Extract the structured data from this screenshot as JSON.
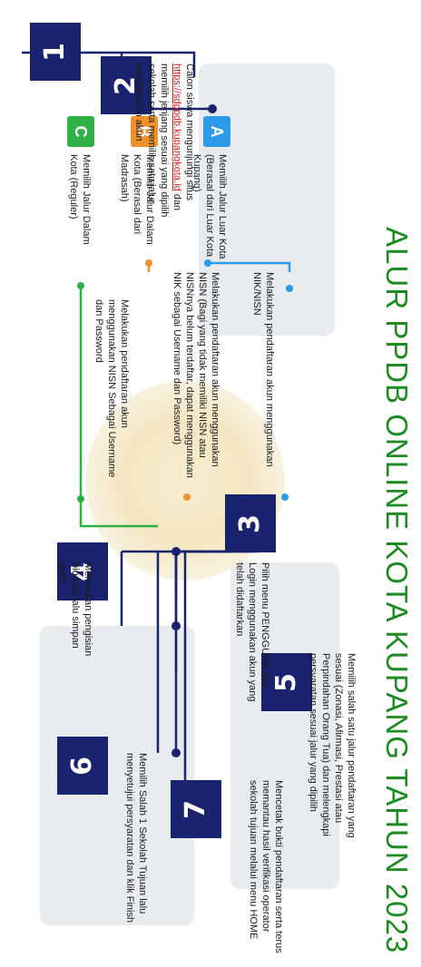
{
  "title": "ALUR PPDB ONLINE KOTA KUPANG TAHUN 2023",
  "steps": [
    {
      "num": "1",
      "text_before": "Calon siswa mengunjungi situs ",
      "url": "https://sdppdb.kupangkota.id",
      "text_after": " dan memilih jenjang sesuai yang dipilih sekolah serta memilih satu jalur pendaftaran akun"
    },
    {
      "num": "2"
    },
    {
      "num": "3",
      "text": "Pilih menu PENGGUNA dan Login menggunakan akun yang telah didaftarkan"
    },
    {
      "num": "4",
      "text": "Melakukan pengisian biodata lalu simpan data."
    },
    {
      "num": "5",
      "text": "Memilih salah satu jalur pendaftaran yang sesuai (Zonasi, Afirmasi, Prestasi atau Perpindahan Orang Tua) dan melengkapi persyaratan sesuai jalur yang dipilih"
    },
    {
      "num": "6",
      "text": "Memilih Salah 1 Sekolah Tujuan lalu menyetujui persyaratan dan klik Finish"
    },
    {
      "num": "7",
      "text": "Mencetak bukti pendaftaran serta terus memantau hasil verifikasi operator sekolah tujuan melalui menu HOME"
    }
  ],
  "categories": [
    {
      "letter": "A",
      "color": "#2d9be8",
      "text": "Memilih Jalur Luar Kota (Berasal dari Luar Kota Kupang)",
      "reg": "Melakukan pendaftaran akun menggunakan NIK/NISN"
    },
    {
      "letter": "B",
      "color": "#f0912b",
      "text": "Memilih Jalur Dalam Kota (Berasal dari Madrasah)",
      "reg": "Melakukan pendaftaran akun menggunakan NISN (Bagi yang tidak memiliki NISN atau NISNnya belum terdaftar, dapat menggunakan NIK sebagai Username dan Password)"
    },
    {
      "letter": "C",
      "color": "#2fb045",
      "text": "Memilih Jalur Dalam Kota (Reguler)",
      "reg": "Melakukan pendaftaran akun menggunakan NISN Sebagai Username dan Password"
    }
  ],
  "colors": {
    "navy": "#19236e",
    "blue": "#2d9be8",
    "orange": "#f0912b",
    "green": "#2fb045",
    "title": "#1e8a22"
  }
}
